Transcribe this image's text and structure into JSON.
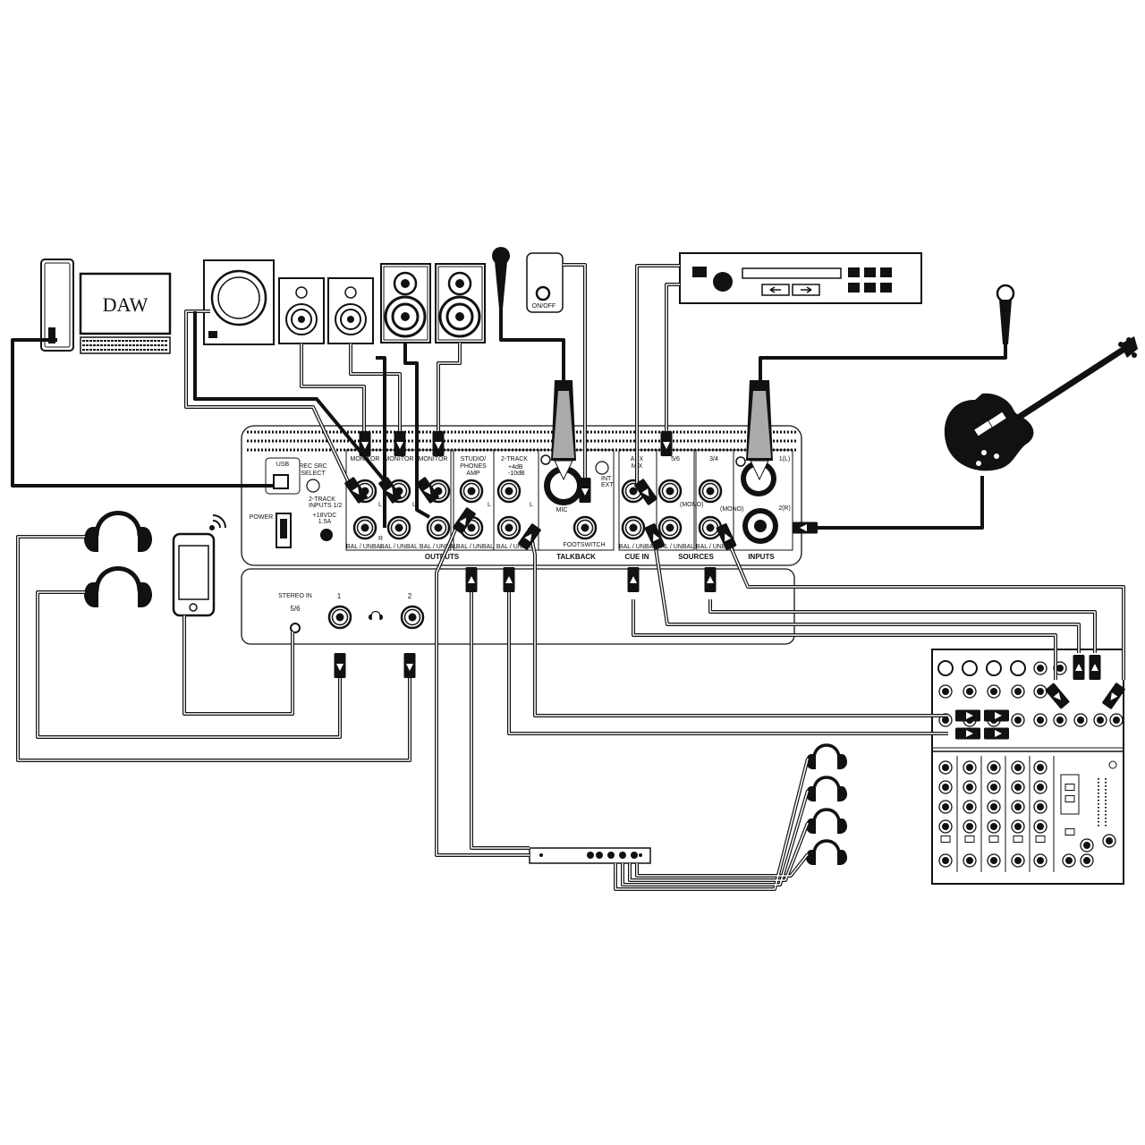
{
  "devices": {
    "computer_screen": "DAW"
  },
  "interface": {
    "usb_label": "USB",
    "rec_src_line1": "REC SRC",
    "rec_src_line2": "SELECT",
    "rec_src_opt1": "2-TRACK",
    "rec_src_opt2": "INPUTS 1/2",
    "power_label": "POWER",
    "dc_line1": "+18VDC",
    "dc_line2": "1.5A",
    "monitor_label": "MONITOR",
    "studio_line1": "STUDIO/",
    "studio_line2": "PHONES",
    "studio_line3": "AMP",
    "twotrack_label": "2-TRACK",
    "level_plus": "+4dB",
    "level_minus": "-10dB",
    "mic_label": "MIC",
    "int_label": "INT",
    "ext_label": "EXT",
    "footswitch_label": "FOOTSWITCH",
    "aux_line1": "AUX",
    "aux_line2": "MIX",
    "src56_label": "5/6",
    "src34_label": "3/4",
    "input1_label": "1(L)",
    "input2_label": "2(R)",
    "mono_label": "(MONO)",
    "l_label": "L",
    "r_label": "R",
    "bal_unbal": "BAL / UNBAL",
    "section_outputs": "OUTPUTS",
    "section_talkback": "TALKBACK",
    "section_cue_in": "CUE IN",
    "section_sources": "SOURCES",
    "section_inputs": "INPUTS",
    "front_stereo_in_line1": "STEREO IN",
    "front_stereo_in_line2": "5/6",
    "front_phones1": "1",
    "front_phones2": "2"
  },
  "talkback_box": {
    "switch_label": "ON/OFF"
  },
  "icons": [
    "computer-tower-icon",
    "monitor-icon",
    "keyboard-icon",
    "speaker-icon",
    "microphone-icon",
    "headphones-icon",
    "smartphone-icon",
    "wireless-icon",
    "guitar-icon",
    "rack-unit-icon",
    "mixer-icon",
    "headphone-amp-icon",
    "phone-jack-icon",
    "xlr-plug-icon"
  ],
  "colors": {
    "line": "#111111",
    "background": "#ffffff"
  }
}
